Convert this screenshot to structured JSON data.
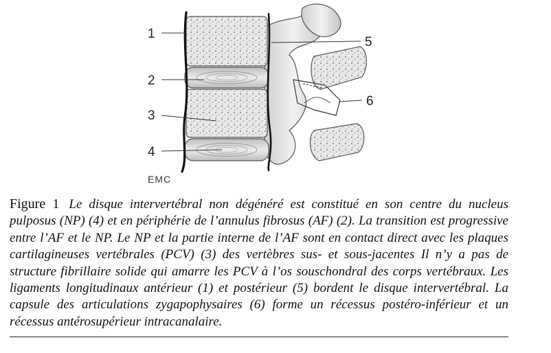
{
  "figure": {
    "callouts": [
      "1",
      "2",
      "3",
      "4",
      "5",
      "6"
    ],
    "credit": "EMC"
  },
  "caption": {
    "label": "Figure 1",
    "text": "Le disque intervertébral non dégénéré est constitué en son centre du nucleus pulposus (NP) (4) et en périphérie de l’annulus fibrosus (AF) (2). La transition est progressive entre l’AF et le NP. Le NP et la partie interne de l’AF sont en contact direct avec les plaques cartilagineuses vertébrales (PCV) (3) des vertèbres sus- et sous-jacentes Il n’y a pas de structure fibrillaire solide qui amarre les PCV à l’os souschondral des corps vertébraux. Les ligaments longitudinaux antérieur (1) et postérieur (5) bordent le disque intervertébral. La capsule des articulations zygapophysaires (6) forme un récessus postéro-inférieur et un récessus antérosupérieur intracanalaire."
  }
}
